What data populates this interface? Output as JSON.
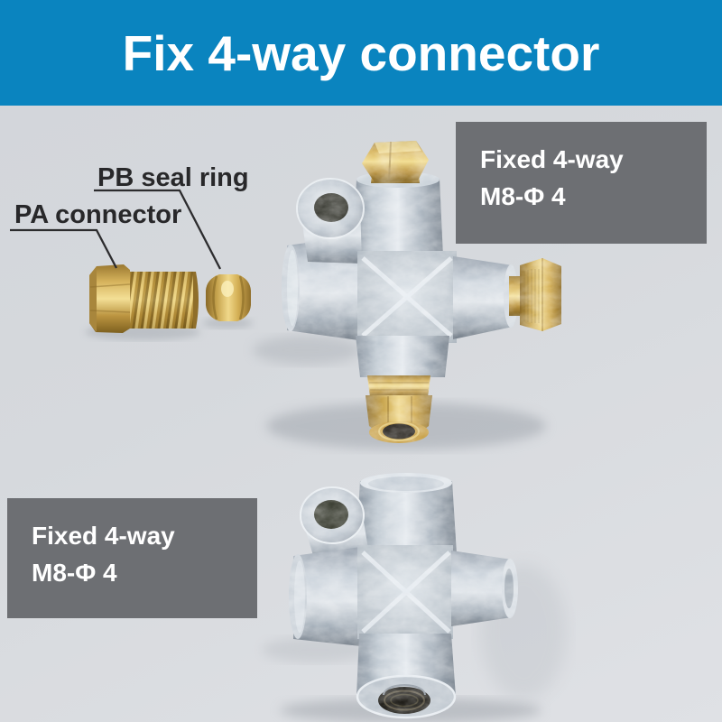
{
  "banner": {
    "title": "Fix 4-way connector"
  },
  "part_labels": {
    "pb_seal_ring": "PB seal ring",
    "pa_connector": "PA connector"
  },
  "spec_boxes": [
    {
      "position": "top-right",
      "line1": "Fixed 4-way",
      "line2": "M8-Φ 4"
    },
    {
      "position": "bottom-left",
      "line1": "Fixed 4-way",
      "line2": "M8-Φ 4"
    }
  ],
  "colors": {
    "banner_bg": "#0a84bf",
    "banner_text": "#ffffff",
    "page_bg": "#d6d9dd",
    "spec_box_bg": "#6d6f73",
    "spec_box_text": "#ffffff",
    "label_text": "#28282a",
    "leader_line": "#2c2c2e",
    "brass": "#d9b45c",
    "zinc_metal": "#bdc6cf"
  }
}
